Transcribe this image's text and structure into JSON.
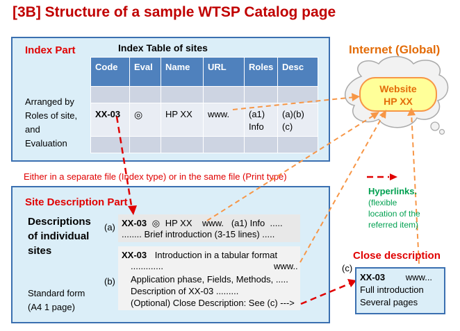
{
  "title": "[3B] Structure of a sample WTSP Catalog page",
  "index_part": {
    "label": "Index Part",
    "table_title": "Index Table of sites",
    "arranged_lines": [
      "Arranged by",
      "Roles of site,",
      "and",
      "Evaluation"
    ],
    "headers": [
      "Code",
      "Eval",
      "Name",
      "URL",
      "Roles",
      "Desc"
    ],
    "row": {
      "code": "XX-03",
      "eval": "◎",
      "name": "HP  XX",
      "url": "www.",
      "roles_1": "(a1)",
      "roles_2": "Info",
      "desc_1": "(a)(b)",
      "desc_2": "(c)"
    }
  },
  "internet": {
    "label": "Internet (Global)",
    "website_1": "Website",
    "website_2": "HP XX"
  },
  "either_text": "Either in a separate file (Index type) or in the same file (Print type)",
  "hyperlinks": {
    "title": "Hyperlinks.",
    "lines": [
      "(flexible",
      "location of the",
      "referred item)"
    ]
  },
  "site_desc": {
    "label": "Site Description Part",
    "descriptions_lines": [
      "Descriptions",
      "of individual",
      "sites"
    ],
    "standard_lines": [
      "Standard form",
      "(A4  1 page)"
    ],
    "marker_a": "(a)",
    "marker_b": "(b)",
    "a_code": "XX-03",
    "a_eval": "◎",
    "a_rest": "HP XX    www.   (a1) Info  .....",
    "a_line2": "........ Brief introduction  (3-15 lines) .....",
    "b_code": "XX-03",
    "b_line1": "Introduction in a tabular format",
    "b_dots": ".............",
    "b_www": "www..",
    "b_line3": "Application phase, Fields, Methods, .....",
    "b_line4": "Description of XX-03 .........",
    "b_line5": "(Optional) Close Description:  See (c) --->"
  },
  "close_desc": {
    "label": "Close description",
    "marker_c": "(c)",
    "code": "XX-03",
    "www": "www...",
    "line2": "Full introduction",
    "line3": "Several pages"
  },
  "colors": {
    "title_red": "#c00000",
    "panel_fill": "#dbeef8",
    "panel_border": "#3a6fb0",
    "header_blue": "#4f81bd",
    "arrow_orange": "#f79646",
    "arrow_red": "#e00000",
    "hyper_green": "#00a050",
    "website_fill": "#ffff99"
  }
}
